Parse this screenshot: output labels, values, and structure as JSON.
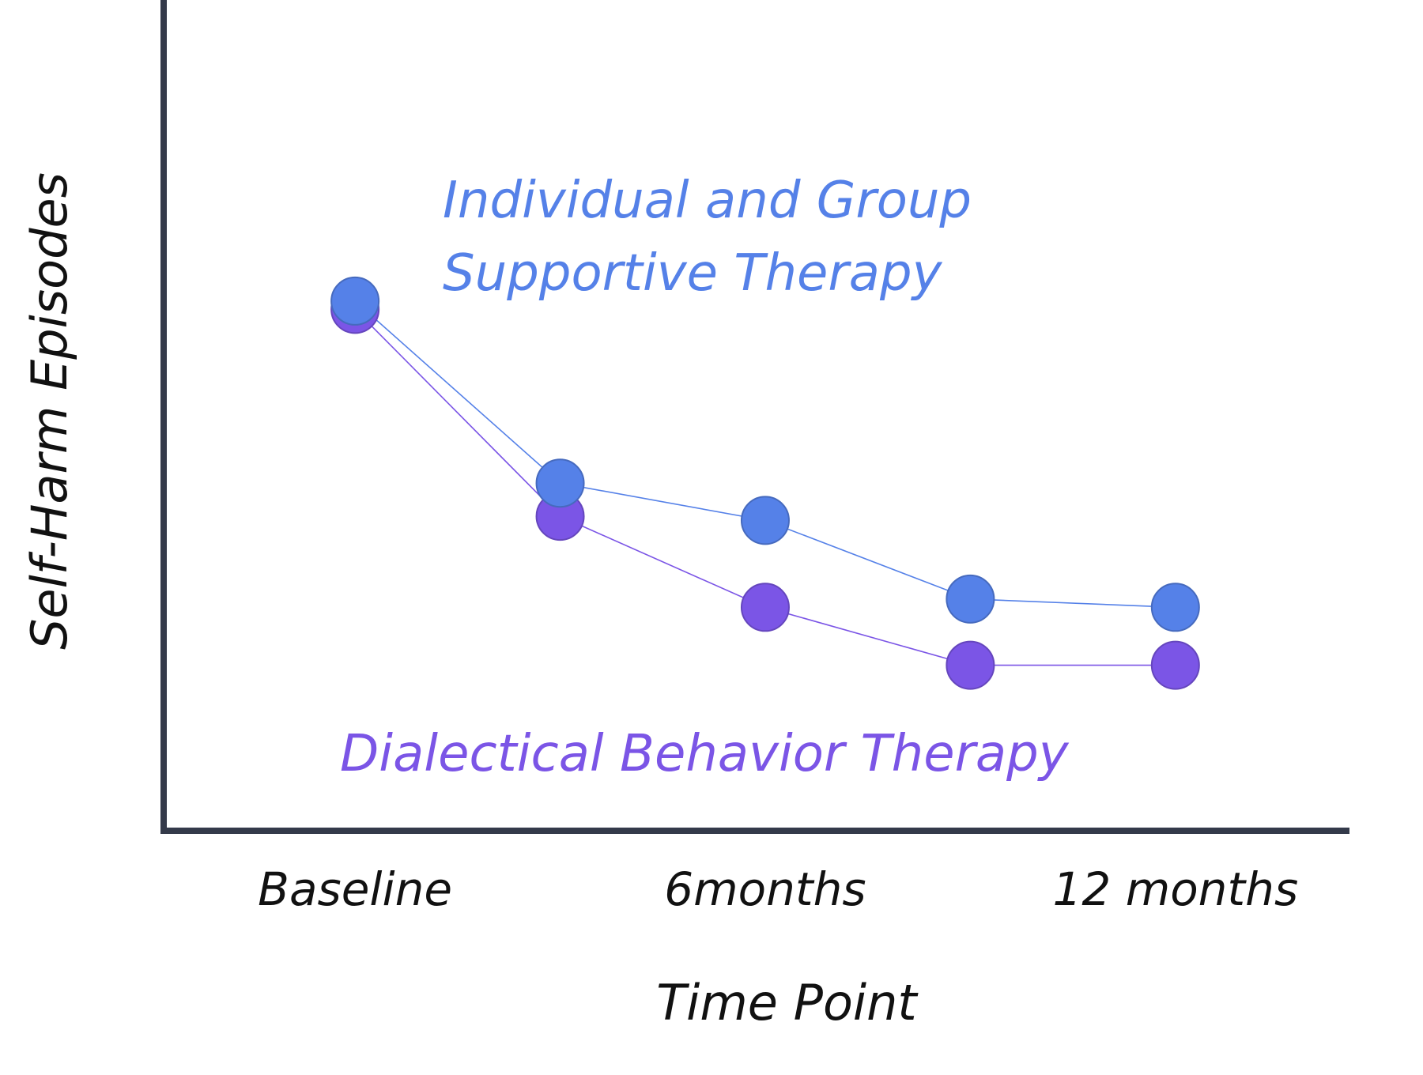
{
  "chart_data": {
    "type": "line",
    "title": "",
    "xlabel": "Time Point",
    "ylabel": "Self-Harm Episodes",
    "x": [
      0,
      3,
      6,
      9,
      12
    ],
    "x_tick_labels": [
      {
        "x": 0,
        "label": "Baseline"
      },
      {
        "x": 6,
        "label": "6months"
      },
      {
        "x": 12,
        "label": "12 months"
      }
    ],
    "xlim": [
      -2.8,
      14.5
    ],
    "ylim": [
      0,
      10
    ],
    "grid": false,
    "legend": "inline-labels",
    "series": [
      {
        "name": "Individual and Group Supportive Therapy",
        "label_lines": [
          "Individual and Group",
          "Supportive Therapy"
        ],
        "color": "#5581e8",
        "values": [
          6.4,
          4.2,
          3.75,
          2.8,
          2.7
        ]
      },
      {
        "name": "Dialectical Behavior Therapy",
        "label_lines": [
          "Dialectical Behavior Therapy"
        ],
        "color": "#7b55e6",
        "values": [
          6.3,
          3.8,
          2.7,
          2.0,
          2.0
        ]
      }
    ]
  }
}
